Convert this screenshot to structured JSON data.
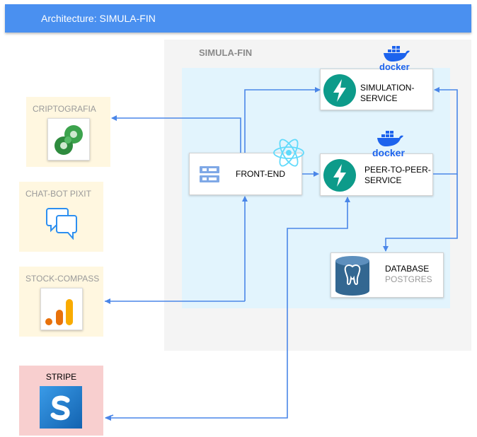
{
  "header": {
    "title": "Architecture: SIMULA-FIN"
  },
  "group": {
    "title": "SIMULA-FIN"
  },
  "external": {
    "criptografia": "CRIPTOGRAFIA",
    "chatbot": "CHAT-BOT PIXIT",
    "stockcompass": "STOCK-COMPASS",
    "stripe": "STRIPE"
  },
  "services": {
    "frontend": "FRONT-END",
    "simulation": "SIMULATION-\nSERVICE",
    "p2p": "PEER-TO-PEER-\nSERVICE",
    "database": "DATABASE",
    "database_sub": "POSTGRES",
    "docker1": "docker",
    "docker2": "docker"
  },
  "colors": {
    "header": "#4a90f0",
    "edge": "#4a86e8",
    "inner": "#e2f4fd",
    "outer": "#f4f4f4",
    "external": "#fff7e0",
    "stripe": "#f8cfcf",
    "service_icon": "#0d9b8a",
    "react": "#61dafb",
    "docker": "#1d63ed"
  },
  "icons": [
    "server-icon",
    "react-icon",
    "lightning-icon",
    "docker-icon",
    "postgres-icon",
    "cryptography-logo-icon",
    "chat-bubbles-icon",
    "analytics-bars-icon",
    "stripe-logo-icon"
  ]
}
